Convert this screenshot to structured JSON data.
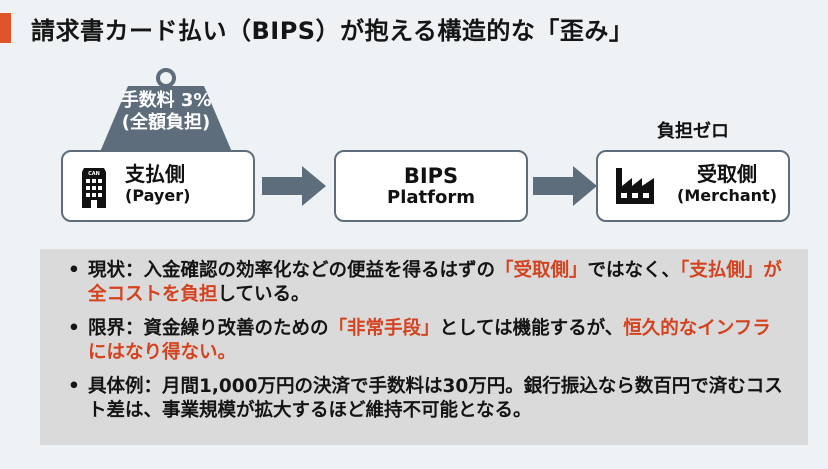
{
  "title": "請求書カード払い（BIPS）が抱える構造的な「歪み」",
  "colors": {
    "accent": "#e0532b",
    "highlight": "#d4431f",
    "slate": "#5e6d7c",
    "background": "#eef2f4",
    "notes_bg": "#dadada"
  },
  "diagram": {
    "fee_weight": {
      "icon": "weight-icon",
      "line1": "手数料 3%",
      "line2": "(全額負担)"
    },
    "zero_burden_label": "負担ゼロ",
    "nodes": [
      {
        "id": "payer",
        "icon": "office-building-icon",
        "icon_text": "CAN",
        "main": "支払側",
        "sub": "(Payer)"
      },
      {
        "id": "bips",
        "main": "BIPS",
        "sub": "Platform"
      },
      {
        "id": "merchant",
        "icon": "factory-icon",
        "main": "受取側",
        "sub": "(Merchant)"
      }
    ],
    "arrows": [
      "arrow-right-icon",
      "arrow-right-icon"
    ]
  },
  "notes": [
    {
      "segments": [
        {
          "text": "現状：入金確認の効率化などの便益を得るはずの",
          "highlight": false
        },
        {
          "text": "「受取側」",
          "highlight": true
        },
        {
          "text": "ではなく、",
          "highlight": false
        },
        {
          "text": "「支払側」が全コストを負担",
          "highlight": true
        },
        {
          "text": "している。",
          "highlight": false
        }
      ]
    },
    {
      "segments": [
        {
          "text": "限界：資金繰り改善のための",
          "highlight": false
        },
        {
          "text": "「非常手段」",
          "highlight": true
        },
        {
          "text": "としては機能するが、",
          "highlight": false
        },
        {
          "text": "恒久的なインフラにはなり得ない。",
          "highlight": true
        }
      ]
    },
    {
      "segments": [
        {
          "text": "具体例：月間1,000万円の決済で手数料は30万円。銀行振込なら数百円で済むコスト差は、事業規模が拡大するほど維持不可能となる。",
          "highlight": false
        }
      ]
    }
  ],
  "bullet": "•"
}
